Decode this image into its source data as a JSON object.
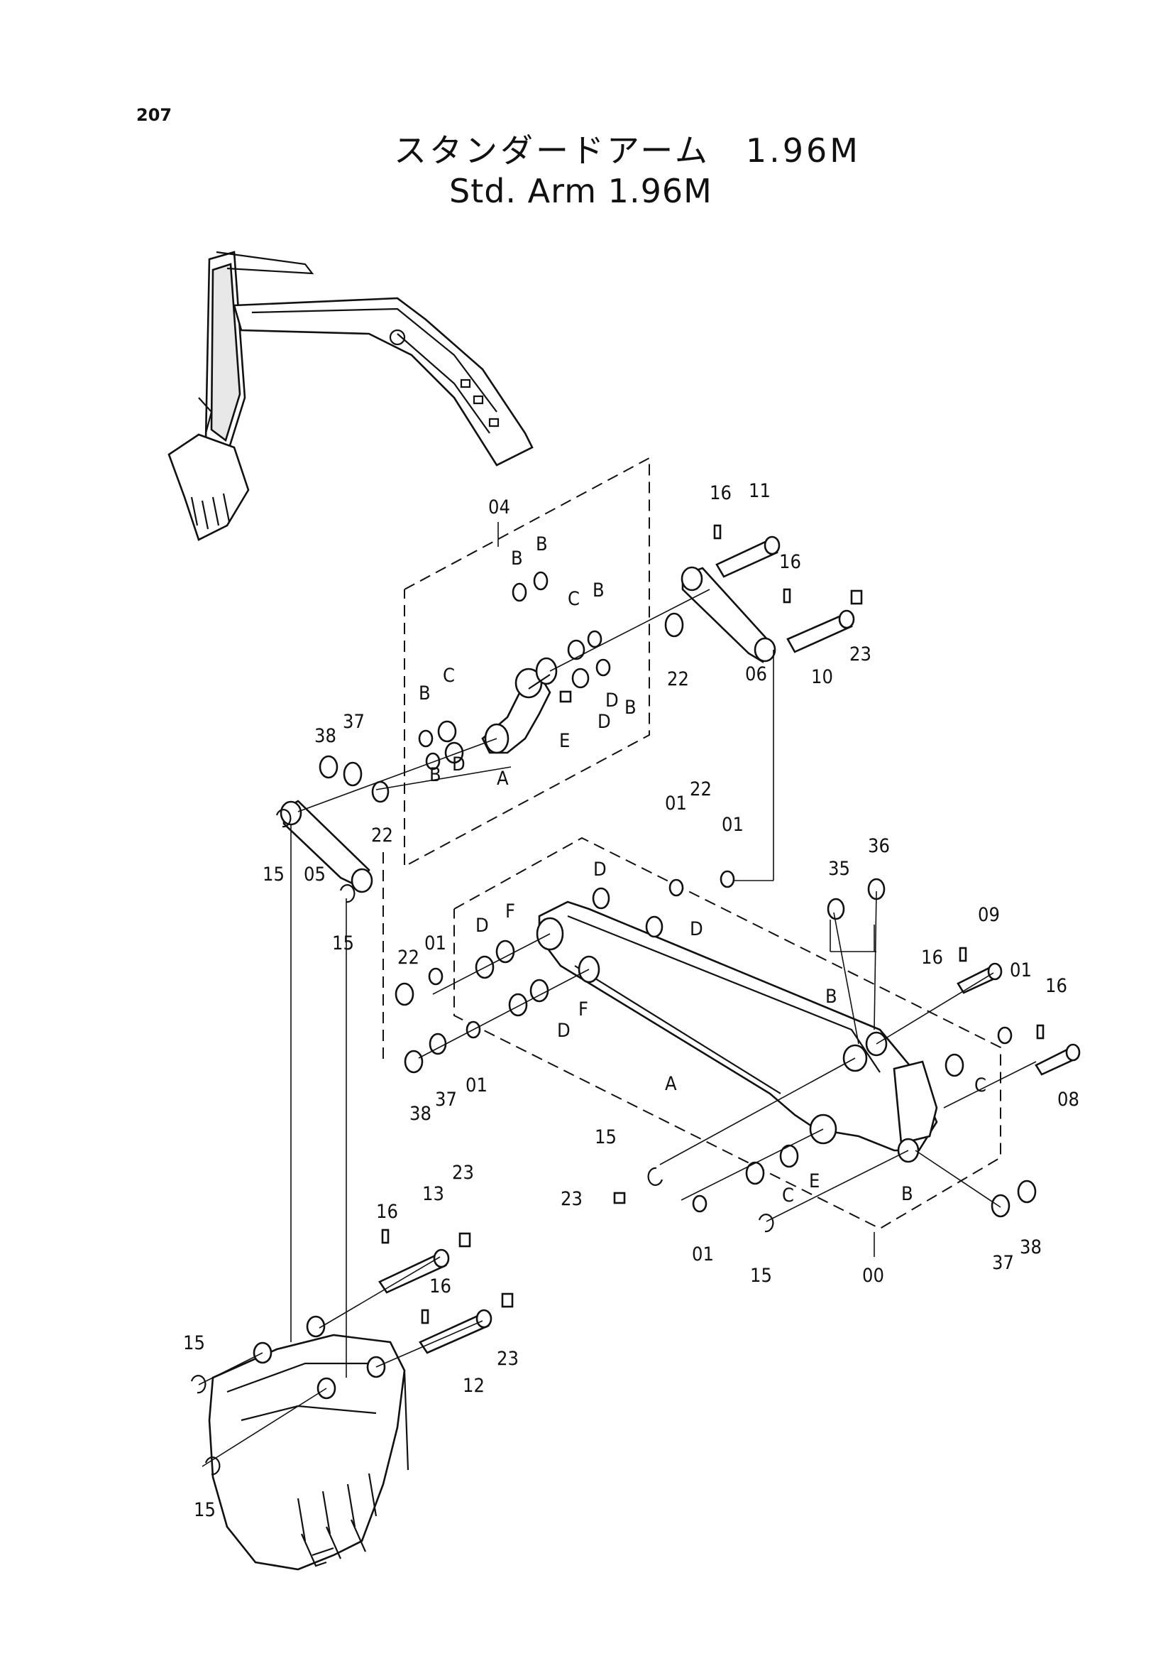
{
  "page_number": "207",
  "title_jp": "スタンダードアーム　1.96M",
  "title_en": "Std. Arm 1.96M",
  "callouts": {
    "c04": "04",
    "c16a": "16",
    "c11": "11",
    "c16b": "16",
    "c23a": "23",
    "c10": "10",
    "c06": "06",
    "c22a": "22",
    "cBa": "B",
    "cBb": "B",
    "cCa": "C",
    "cBc": "B",
    "cDa": "D",
    "cBd": "B",
    "cEa": "E",
    "cDb": "D",
    "cAa": "A",
    "cBe": "B",
    "cCb": "C",
    "cBf": "B",
    "cDc": "D",
    "c38a": "38",
    "c37a": "37",
    "c22b": "22",
    "c15a": "15",
    "c05": "05",
    "c15b": "15",
    "c01a": "01",
    "c22c": "22",
    "c01b": "01",
    "cDd": "D",
    "cDe": "D",
    "cDf": "D",
    "cFa": "F",
    "c22d": "22",
    "c01c": "01",
    "cFb": "F",
    "cDg": "D",
    "c01d": "01",
    "c37b": "37",
    "c38b": "38",
    "cAb": "A",
    "c35": "35",
    "c36": "36",
    "c09": "09",
    "c16c": "16",
    "c01e": "01",
    "c16d": "16",
    "cBg": "B",
    "cCc": "C",
    "c08": "08",
    "c15c": "15",
    "c23b": "23",
    "cCd": "C",
    "cEb": "E",
    "cBh": "B",
    "c01f": "01",
    "c15d": "15",
    "c00": "00",
    "c37c": "37",
    "c38c": "38",
    "c23c": "23",
    "c13": "13",
    "c16e": "16",
    "c16f": "16",
    "c23d": "23",
    "c12": "12",
    "c15e": "15",
    "c15f": "15"
  }
}
